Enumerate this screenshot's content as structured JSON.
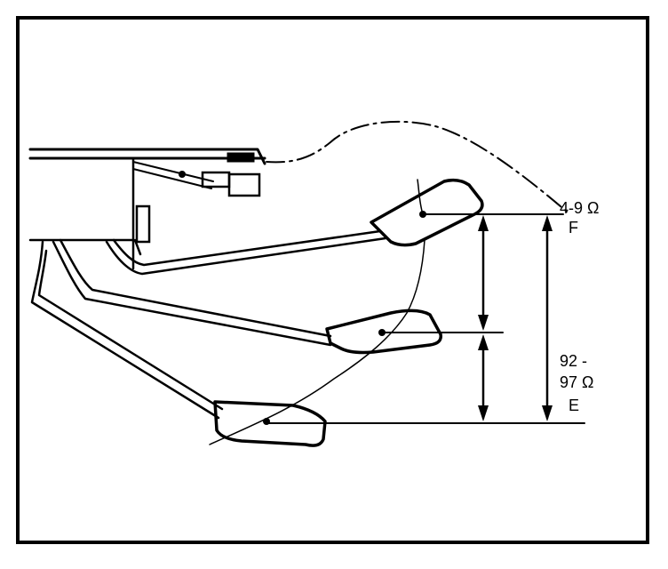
{
  "labels": {
    "full_resistance": "4-9 Ω",
    "full_marker": "F",
    "empty_resistance_line1": "92 -",
    "empty_resistance_line2": "97 Ω",
    "empty_marker": "E"
  }
}
